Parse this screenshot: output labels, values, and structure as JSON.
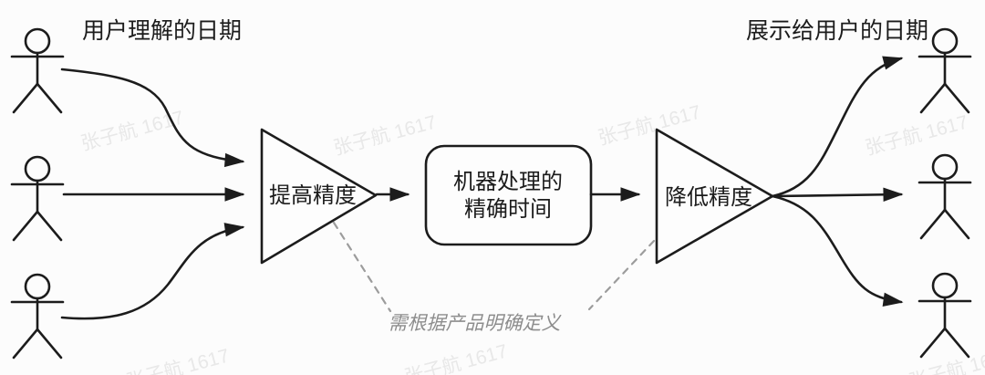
{
  "title_left": "用户理解的日期",
  "title_right": "展示给用户的日期",
  "nodes": {
    "increase_precision": "提高精度",
    "machine_box_line1": "机器处理的",
    "machine_box_line2": "精确时间",
    "decrease_precision": "降低精度"
  },
  "annotation": "需根据产品明确定义",
  "watermark": "张子航 1617",
  "colors": {
    "line": "#1c1c1c",
    "text": "#1c1c1c",
    "background": "#fcfcfc",
    "dashed": "#9c9c9c",
    "annotation": "#8d8d8d",
    "watermark": "#e8e8e8"
  }
}
